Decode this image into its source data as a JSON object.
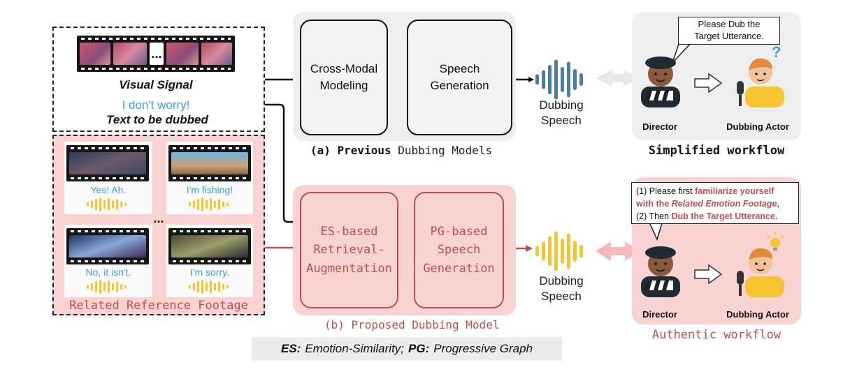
{
  "top_input": {
    "visual_label": "Visual Signal",
    "text_sample": "I don't worry!",
    "text_label": "Text to be dubbed",
    "ellipsis": "..."
  },
  "reference": {
    "label": "Related Reference Footage",
    "ellipsis": "...",
    "clips": [
      {
        "caption": "Yes! Ah."
      },
      {
        "caption": "I'm fishing!"
      },
      {
        "caption": "No, it isn't."
      },
      {
        "caption": "I'm sorry."
      }
    ]
  },
  "previous": {
    "boxes": [
      "Cross-Modal\nModeling",
      "Speech\nGeneration"
    ],
    "caption_a": "(a) Previous",
    "caption_b": "Dubbing Models",
    "output": "Dubbing\nSpeech"
  },
  "proposed": {
    "boxes": [
      "ES-based\nRetrieval-\nAugmentation",
      "PG-based\nSpeech\nGeneration"
    ],
    "caption": "(b) Proposed Dubbing Model",
    "output": "Dubbing\nSpeech"
  },
  "simplified": {
    "bubble": "Please Dub the\nTarget Utterance.",
    "director": "Director",
    "actor": "Dubbing Actor",
    "question": "?",
    "caption": "Simplified workflow"
  },
  "authentic": {
    "line1_plain": "(1) Please first ",
    "line1_hl": "familiarize yourself",
    "line2_hl": "with the ",
    "line2_em": "Related Emotion Footage",
    "line2_end": ",",
    "line3_plain": "(2) Then ",
    "line3_hl": "Dub the Target Utterance",
    "line3_end": ".",
    "director": "Director",
    "actor": "Dubbing Actor",
    "caption": "Authentic workflow"
  },
  "legend": {
    "es_abbr": "ES:",
    "es_full": "Emotion-Similarity;",
    "pg_abbr": "PG:",
    "pg_full": "Progressive Graph"
  },
  "colors": {
    "red": "#c0504d",
    "pink_fill": "#f9d2d2",
    "gray_fill": "#efefef",
    "blue_text": "#3b9ee2",
    "blue_wave": "#4a7ea3",
    "yellow_wave": "#f6c431"
  }
}
